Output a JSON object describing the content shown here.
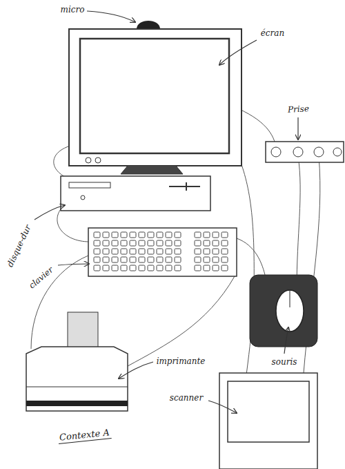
{
  "diagram": {
    "caption": "Contexte A",
    "labels": [
      "micro",
      "écran",
      "Prise",
      "disque-dur",
      "clavier",
      "imprimante",
      "souris",
      "scanner"
    ]
  }
}
